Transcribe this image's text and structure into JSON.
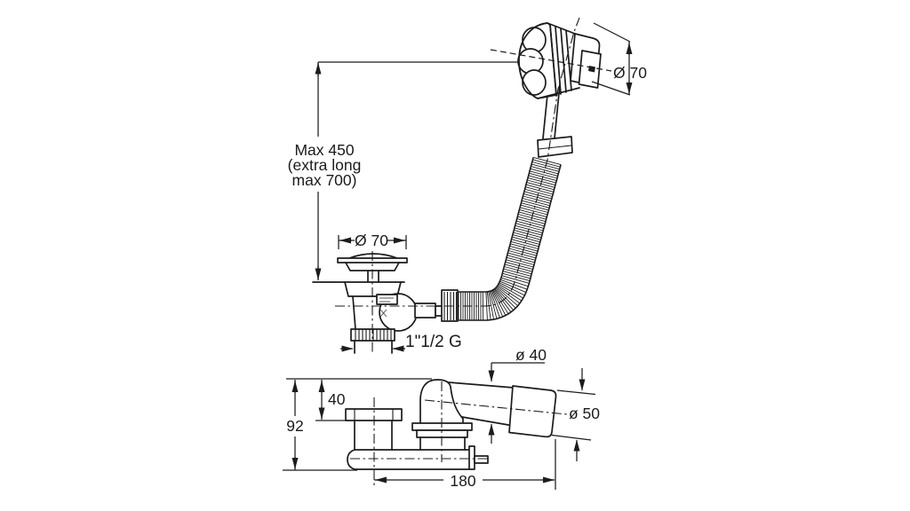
{
  "diagram": {
    "kind": "technical-drawing",
    "subject": "bath waste and overflow filler with cable-operated control knob, two orthographic views",
    "colors": {
      "line": "#1c1c1c",
      "background": "#ffffff"
    }
  },
  "labels": {
    "max_length_line1": "Max 450",
    "max_length_line2": "(extra long",
    "max_length_line3": "max 700)",
    "knob_diameter": "Ø 70",
    "plug_diameter": "Ø 70",
    "outlet_thread": "1\"1/2 G",
    "pipe_diameter": "ø 40",
    "outlet_diameter": "ø 50",
    "flange_drop_height": "40",
    "total_height": "92",
    "length_to_outlet": "180"
  }
}
